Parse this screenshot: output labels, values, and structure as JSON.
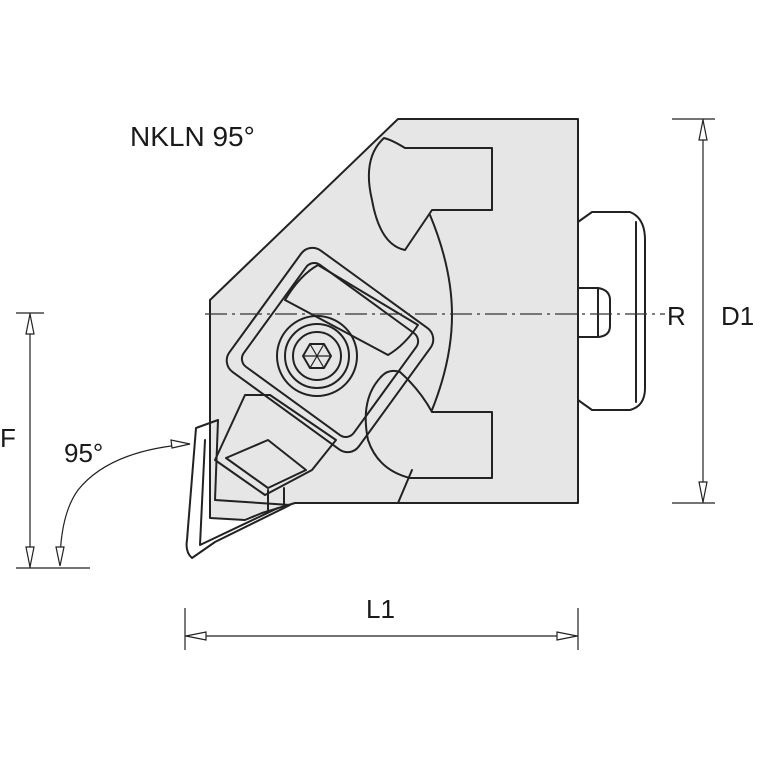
{
  "title": "NKLN 95°",
  "labels": {
    "angle": "95°",
    "F": "F",
    "L1": "L1",
    "R": "R",
    "D1": "D1"
  }
}
